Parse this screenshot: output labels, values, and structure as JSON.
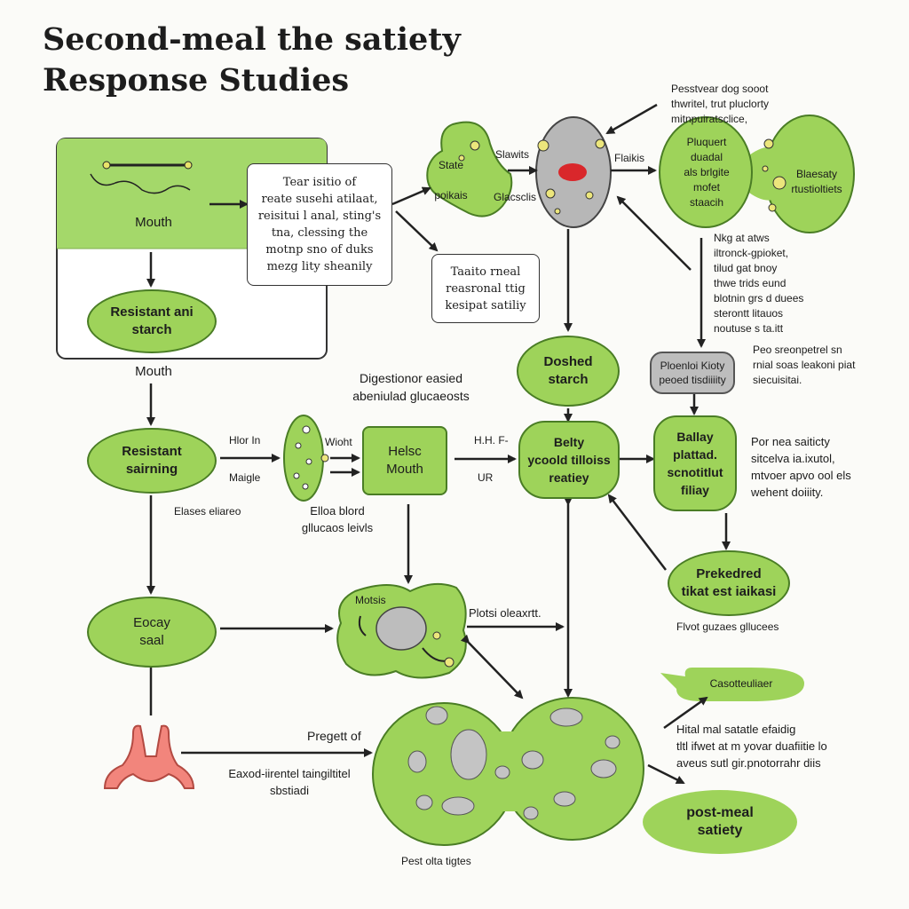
{
  "title": [
    "Second-meal the satiety",
    "Response Studies"
  ],
  "colors": {
    "green": "#9ed35a",
    "dark_green": "#4a7d25",
    "grey": "#bdbdbd",
    "red": "#d9272b",
    "pink": "#f2857c"
  },
  "mouth_panel": {
    "label": "Mouth",
    "node": [
      "Resistant ani",
      "starch"
    ]
  },
  "mouth_below": "Mouth",
  "note_box_1": [
    "Tear isitio of",
    "reate susehi atilaat,",
    "reisitui l anal, sting's",
    "tna, clessing the",
    "motnp sno of duks",
    "mezg lity sheanily"
  ],
  "note_box_2": [
    "Taaito rneal",
    "reasronal ttig",
    "kesipat satiliy"
  ],
  "state_cell": {
    "text": [
      "State",
      "poikais"
    ]
  },
  "state_labels": {
    "a": "Slawits",
    "b": "Glacsclis"
  },
  "flaikis_label": "Flaikis",
  "top_right_note": [
    "Pesstvear dog sooot",
    "thwritel, trut pluclorty",
    "mitnpuiratsclice,"
  ],
  "pluquert_node": [
    "Pluquert",
    "duadal",
    "als brlgite",
    "mofet",
    "staacih"
  ],
  "blaesaty_node": [
    "Blaesaty",
    "rtustioltiets"
  ],
  "right_note_1": [
    "Nkg at atws",
    "iltronck-gpioket,",
    "tilud gat bnoy",
    "thwe trids eund",
    "blotnin grs d duees",
    "sterontt litauos",
    "noutuse s ta.itt"
  ],
  "dosed_starch": [
    "Doshed",
    "starch"
  ],
  "grey_node": [
    "Ploenloi Kioty",
    "peoed tisdiiiity"
  ],
  "right_note_2": [
    "Peo sreonpetrel sn",
    "rnial soas leakoni piat",
    "siecuisitai."
  ],
  "digest_label": [
    "Digestionor easied",
    "abeniulad glucaeosts"
  ],
  "resistant_saining": [
    "Resistant",
    "sairning"
  ],
  "hlor_labels": {
    "a": "Hlor In",
    "b": "Maigle"
  },
  "wioht_label": "Wioht",
  "helsc_mouth": [
    "Helsc",
    "Mouth"
  ],
  "hh_labels": {
    "a": "H.H. F-",
    "b": "UR"
  },
  "belly_node": [
    "Belty",
    "ycoold tilloiss",
    "reatiey"
  ],
  "ballay_node": [
    "Ballay",
    "plattad.",
    "scnotitlut",
    "filiay"
  ],
  "right_note_3": [
    "Por nea saiticty",
    "sitcelva ia.ixutol,",
    "mtvoer apvo ool els",
    "wehent doiiity."
  ],
  "elases_label": "Elases eliareo",
  "elloa_label": [
    "Elloa blord",
    "gllucaos leivls"
  ],
  "prekedred_node": [
    "Prekedred",
    "tikat est iaikasi"
  ],
  "flvot_label": "Flvot guzaes gllucees",
  "eocay_node": [
    "Eocay",
    "saal"
  ],
  "motsis_label": "Motsis",
  "plotsi_label": "Plotsi oleaxrtt.",
  "pregett_label": "Pregett of",
  "eaxod_label": [
    "Eaxod-iirentel taingiltitel",
    "sbstiadi"
  ],
  "pest_label": "Pest olta tigtes",
  "casotteuliaer": "Casotteuliaer",
  "hital_label": [
    "Hital mal satatle efaidig",
    "tltl ifwet at m yovar duafiitie lo",
    "aveus sutl gir.pnotorrahr diis"
  ],
  "post_meal": [
    "post-meal",
    "satiety"
  ]
}
